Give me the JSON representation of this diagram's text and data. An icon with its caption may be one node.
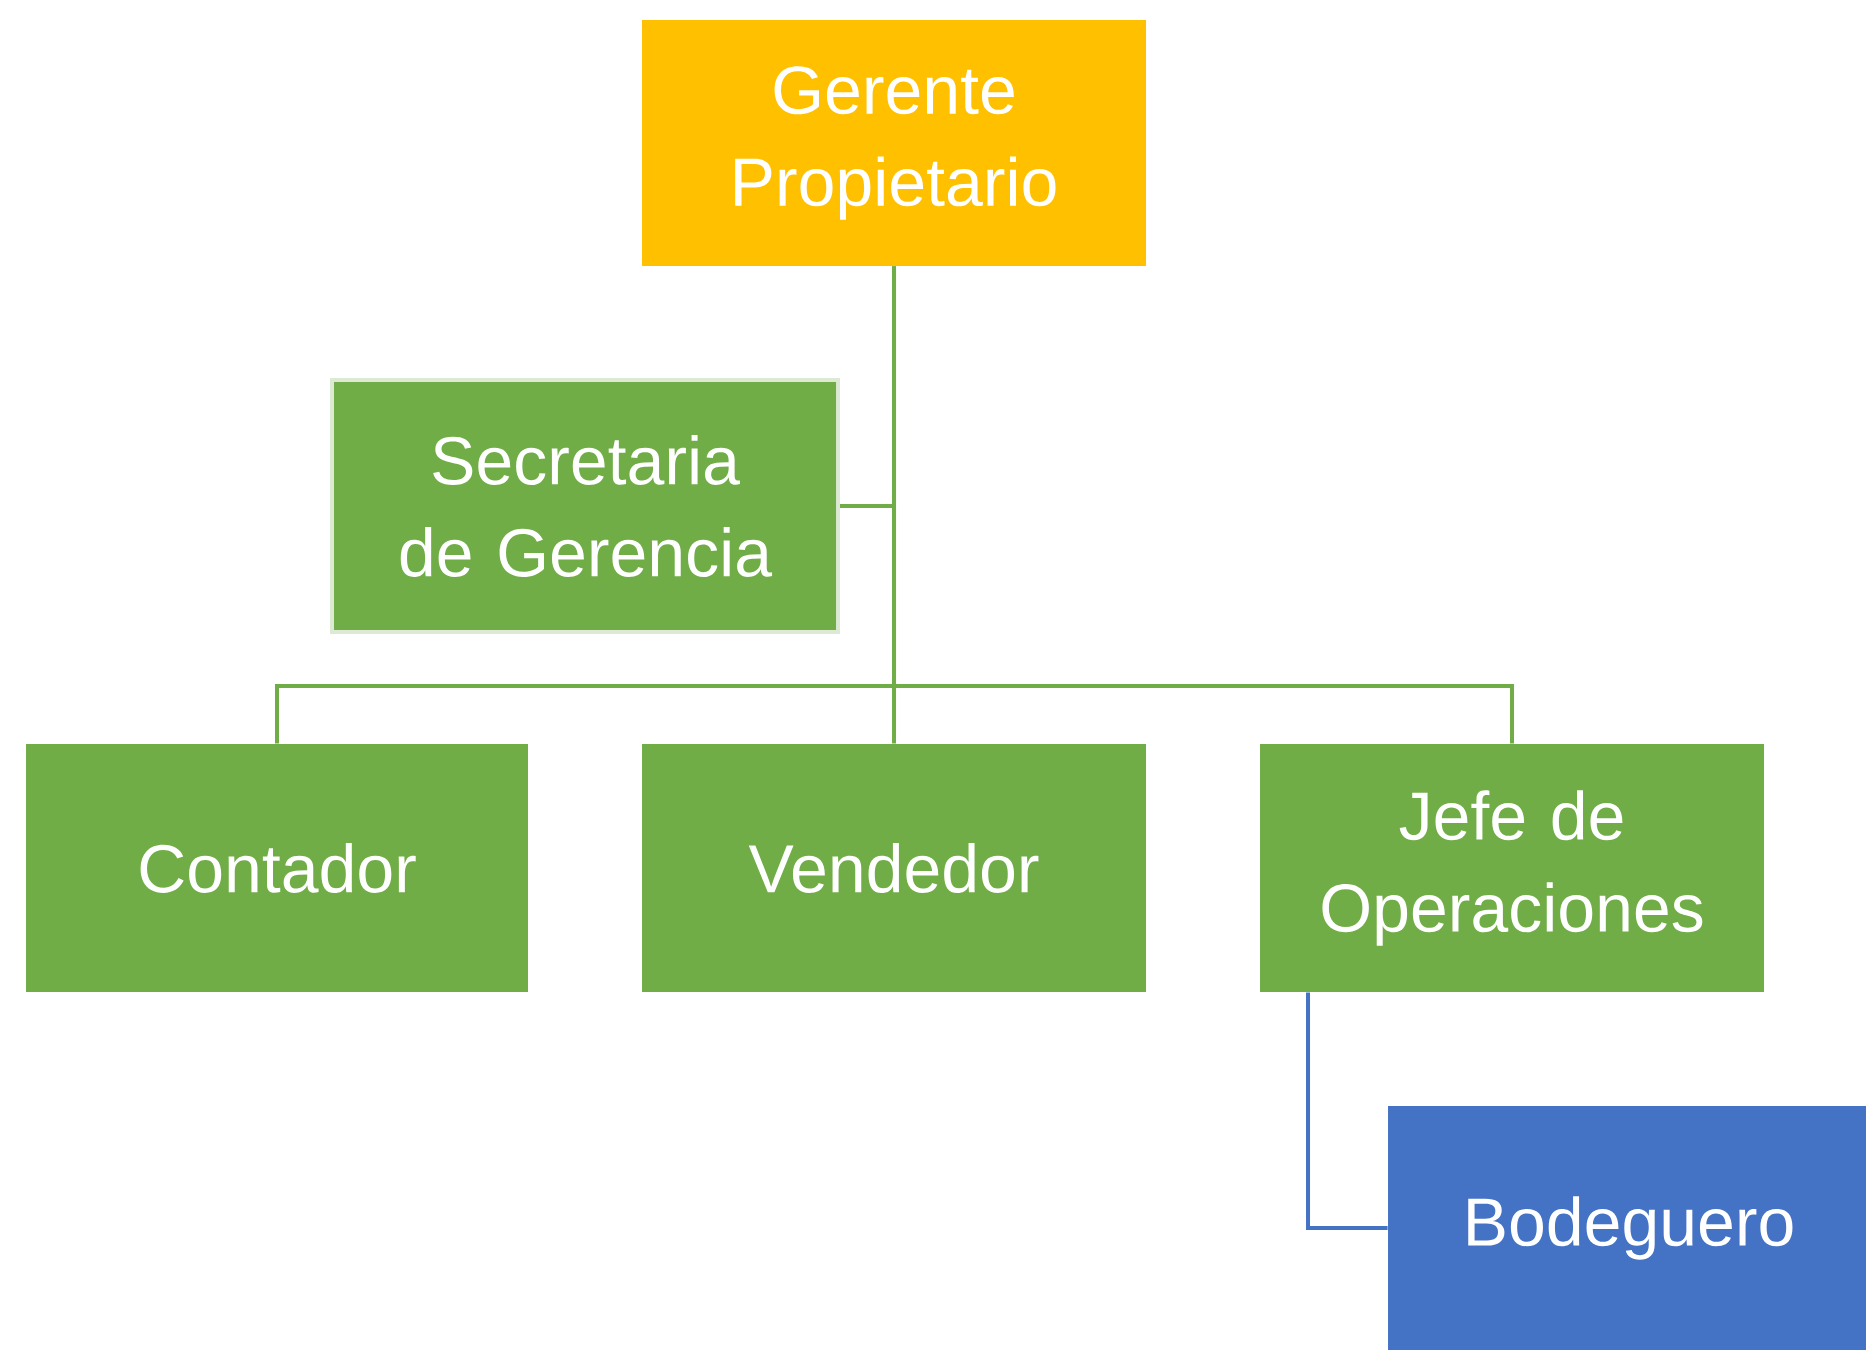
{
  "diagram": {
    "nodes": [
      {
        "text": [
          "Gerente Propietario"
        ]
      },
      {
        "text": [
          "Secretaria de Gerencia"
        ]
      },
      {
        "text": [
          "Contador"
        ]
      },
      {
        "text": [
          "Vendedor"
        ]
      },
      {
        "text": [
          "Jefe de Operaciones"
        ]
      },
      {
        "text": [
          "Bodeguero"
        ]
      }
    ],
    "edges": [
      {
        "from": 0,
        "to": 1,
        "arrow": "none"
      },
      {
        "from": 0,
        "to": 2,
        "arrow": "none"
      },
      {
        "from": 0,
        "to": 3,
        "arrow": "none"
      },
      {
        "from": 0,
        "to": 4,
        "arrow": "none"
      },
      {
        "from": 4,
        "to": 5,
        "arrow": "none",
        "color": "#4472c4"
      }
    ]
  }
}
